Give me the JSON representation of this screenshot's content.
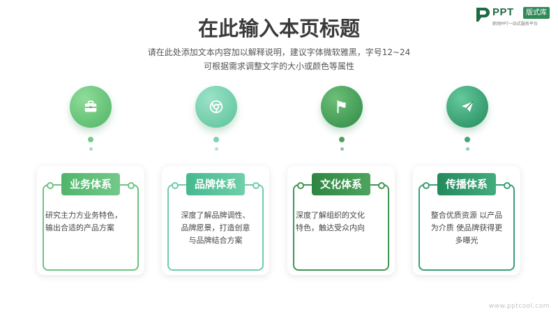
{
  "logo": {
    "ppt": "PPT",
    "badge": "版式库",
    "tagline": "职场PPT一站式服务平台"
  },
  "title": "在此输入本页标题",
  "subtitle": [
    "请在此处添加文本内容加以解释说明，建议字体微软雅黑，字号12~24",
    "可根据需求调整文字的大小或颜色等属性"
  ],
  "items": [
    {
      "icon": "briefcase-icon",
      "title": "业务体系",
      "text": "研究主力方业务特色，\n输出合适的产品方案",
      "color": "#5cc077"
    },
    {
      "icon": "chrome-icon",
      "title": "品牌体系",
      "text": "深度了解品牌调性、\n品牌愿景，打造创意\n与品牌结合方案",
      "color": "#5cc9a1"
    },
    {
      "icon": "flag-icon",
      "title": "文化体系",
      "text": "深度了解组织的文化\n特色，触达受众内向",
      "color": "#3b9553"
    },
    {
      "icon": "send-icon",
      "title": "传播体系",
      "text": "整合优质资源 以产品\n为介质 使品牌获得更\n多曝光",
      "color": "#34a071"
    }
  ],
  "watermark": "www.pptcool.com"
}
